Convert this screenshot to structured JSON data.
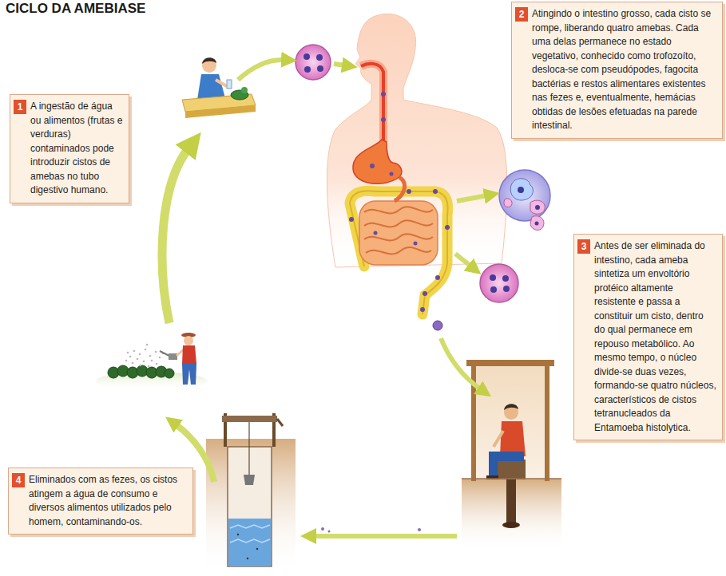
{
  "diagram": {
    "title": "CICLO DA AMEBIASE",
    "nodes": [
      {
        "text": [
          "1",
          "A ingestão de água ou alimentos (frutas e verduras) contaminados pode introduzir cistos de amebas no tubo digestivo humano."
        ]
      },
      {
        "text": [
          "2",
          "Atingindo o intestino grosso, cada cisto se rompe, liberando quatro amebas. Cada uma delas permanece no estado vegetativo, conhecido como trofozoíto, desloca-se com pseudópodes, fagocita bactérias e restos alimentares existentes nas fezes e, eventualmente, hemácias obtidas de lesões efetuadas na parede intestinal."
        ]
      },
      {
        "text": [
          "3",
          "Antes de ser eliminada do intestino, cada ameba sintetiza um envoltório protéico altamente resistente e passa a constituir um cisto, dentro do qual permanece em repouso metabólico. Ao mesmo tempo, o núcleo divide-se duas vezes, formando-se quatro núcleos, característicos de cistos tetranucleados da Entamoeba histolytica."
        ]
      },
      {
        "text": [
          "4",
          "Eliminados com as fezes, os cistos atingem a água de consumo e diversos alimentos utilizados pelo homem, contaminando-os."
        ]
      }
    ]
  }
}
